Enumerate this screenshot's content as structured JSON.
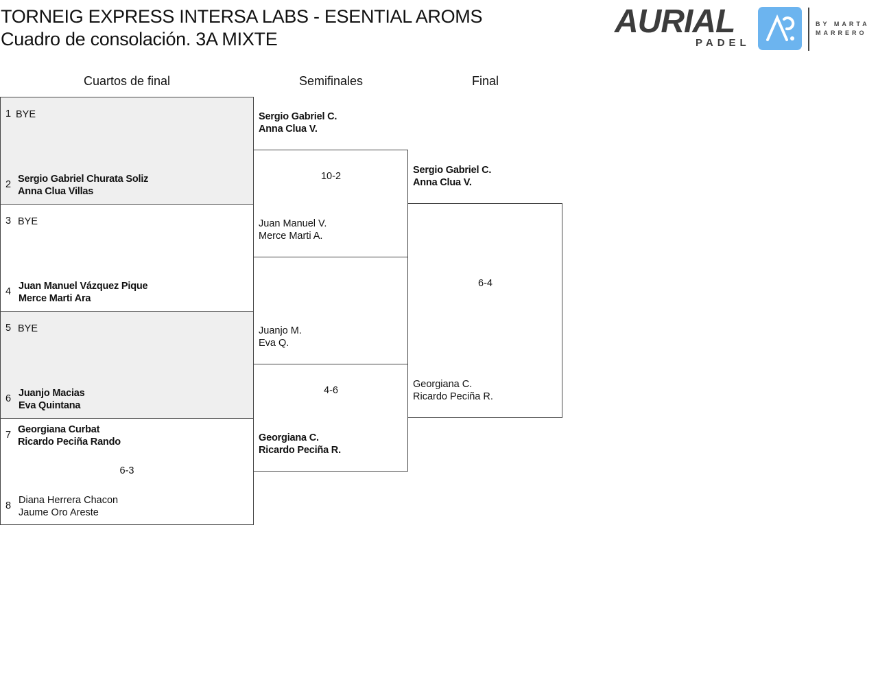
{
  "title": "TORNEIG EXPRESS INTERSA LABS - ESENTIAL AROMS",
  "subtitle": "Cuadro de consolación. 3A MIXTE",
  "logo": {
    "brand": "AURIAL",
    "sub": "PADEL",
    "mark": "AP",
    "by1": "BY MARTA",
    "by2": "MARRERO",
    "accent": "#6cb4ef"
  },
  "rounds": [
    "Cuartos de final",
    "Semifinales",
    "Final"
  ],
  "quarters": [
    {
      "seed": "1",
      "p1": "BYE",
      "p2": ""
    },
    {
      "seed": "2",
      "p1": "Sergio Gabriel Churata Soliz",
      "p2": "Anna Clua Villas"
    },
    {
      "seed": "3",
      "p1": "BYE",
      "p2": ""
    },
    {
      "seed": "4",
      "p1": "Juan Manuel Vázquez Pique",
      "p2": "Merce Marti Ara"
    },
    {
      "seed": "5",
      "p1": "BYE",
      "p2": ""
    },
    {
      "seed": "6",
      "p1": "Juanjo Macias",
      "p2": "Eva Quintana"
    },
    {
      "seed": "7",
      "p1": "Georgiana Curbat",
      "p2": "Ricardo Peciña Rando"
    },
    {
      "seed": "8",
      "p1": "Diana Herrera Chacon",
      "p2": "Jaume Oro Areste"
    }
  ],
  "q4_score": "6-3",
  "semis": [
    {
      "p1": "Sergio Gabriel C.",
      "p2": "Anna Clua V."
    },
    {
      "p1": "Juan Manuel V.",
      "p2": "Merce Marti A."
    },
    {
      "p1": "Juanjo M.",
      "p2": "Eva Q."
    },
    {
      "p1": "Georgiana C.",
      "p2": "Ricardo Peciña R."
    }
  ],
  "semi_scores": [
    "10-2",
    "4-6"
  ],
  "final": [
    {
      "p1": "Sergio Gabriel C.",
      "p2": "Anna Clua V."
    },
    {
      "p1": "Georgiana C.",
      "p2": "Ricardo Peciña R."
    }
  ],
  "final_score": "6-4"
}
